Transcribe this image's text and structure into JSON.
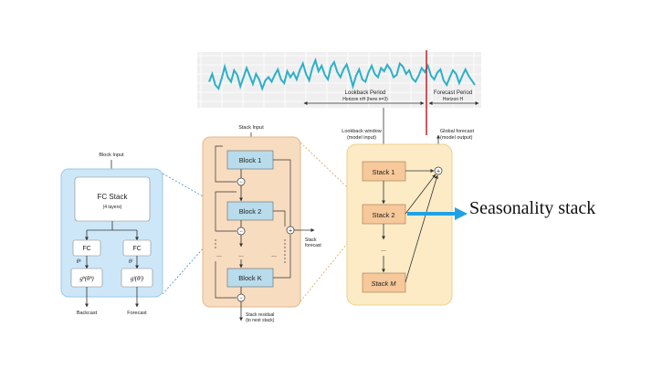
{
  "series": {
    "lookback_label_1": "Lookback Period",
    "lookback_label_2": "Horizon nH (here n=3)",
    "forecast_label_1": "Forecast Period",
    "forecast_label_2": "Horizon H",
    "values": [
      0.45,
      0.62,
      0.38,
      0.3,
      0.52,
      0.78,
      0.55,
      0.45,
      0.7,
      0.6,
      0.35,
      0.55,
      0.75,
      0.58,
      0.4,
      0.62,
      0.5,
      0.3,
      0.48,
      0.55,
      0.45,
      0.6,
      0.72,
      0.5,
      0.42,
      0.68,
      0.55,
      0.65,
      0.5,
      0.7,
      0.85,
      0.62,
      0.48,
      0.75,
      0.92,
      0.68,
      0.8,
      0.6,
      0.5,
      0.78,
      0.88,
      0.66,
      0.55,
      0.72,
      0.83,
      0.6,
      0.35,
      0.58,
      0.72,
      0.5,
      0.45,
      0.66,
      0.8,
      0.62,
      0.55,
      0.75,
      0.68,
      0.82,
      0.72,
      0.55,
      0.6,
      0.85,
      0.78,
      0.62,
      0.7,
      0.52,
      0.45,
      0.58,
      0.75,
      0.66,
      0.8,
      0.58,
      0.5,
      0.65,
      0.72,
      0.48,
      0.38,
      0.55,
      0.7,
      0.62,
      0.42,
      0.58,
      0.72,
      0.58,
      0.48,
      0.38
    ]
  },
  "block_detail": {
    "input_label": "Block Input",
    "fc_stack_label": "FC Stack",
    "fc_stack_sub": "(4 layers)",
    "fc_left": "FC",
    "fc_right": "FC",
    "theta_b": "θᵇ",
    "theta_f": "θᶠ",
    "g_b": "gᵇ(θᵇ)",
    "g_f": "gᶠ(θᶠ)",
    "backcast_label": "Backcast",
    "forecast_label": "Forecast"
  },
  "stack_detail": {
    "input_label": "Stack Input",
    "block_1": "Block 1",
    "block_2": "Block 2",
    "block_k": "Block K",
    "dots": "...",
    "stack_forecast_1": "Stack",
    "stack_forecast_2": "forecast",
    "residual_1": "Stack residual",
    "residual_2": "(to next stack)"
  },
  "model": {
    "lookback_window_1": "Lookback window",
    "lookback_window_2": "(model input)",
    "global_forecast_1": "Global forecast",
    "global_forecast_2": "(model output)",
    "stack_1": "Stack 1",
    "stack_2": "Stack 2",
    "stack_m": "Stack M",
    "dots": "..."
  },
  "annotation": {
    "text": "Seasonality stack",
    "arrow_color": "#1ea2e6"
  },
  "colors": {
    "series_line": "#2bb0c9",
    "forecast_divider": "#c0202a",
    "blue_panel": "#cde7f8",
    "orange_panel": "#f8dcbf",
    "yellow_panel": "#fcebc5",
    "block_box": "#b9dcec",
    "stack_box": "#f7c899"
  }
}
